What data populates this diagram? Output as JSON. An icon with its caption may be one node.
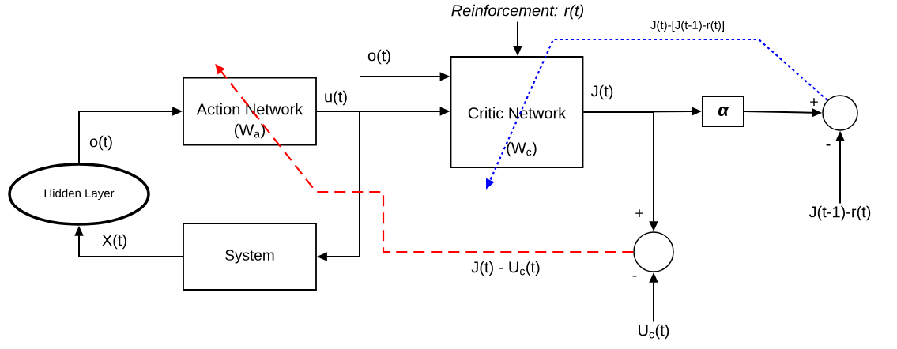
{
  "diagram": {
    "nodes": [
      {
        "text": [
          "Action Network",
          "(W$_{a}$)"
        ]
      },
      {
        "text": [
          "Critic Network",
          "(W$_{c}$)"
        ]
      },
      {
        "text": [
          "Hidden Layer"
        ]
      },
      {
        "text": [
          "System"
        ]
      },
      {
        "text": [
          "α"
        ]
      },
      {
        "text": [],
        "shape": "circle"
      },
      {
        "text": [],
        "shape": "circle"
      },
      {
        "text": [
          "Reinforcement: r(t)"
        ]
      },
      {
        "text": [
          "J(t-1)-r(t)"
        ]
      },
      {
        "text": [
          "U$_{c}$(t)"
        ]
      }
    ],
    "edges": [
      {
        "from": 2,
        "to": 0,
        "arrow": "to",
        "label": "o(t)"
      },
      {
        "from": 3,
        "to": 2,
        "arrow": "to",
        "label": "X(t)"
      },
      {
        "from": 0,
        "to": 1,
        "arrow": "to",
        "label": "u(t)"
      },
      {
        "from": 0,
        "to": 3,
        "arrow": "to"
      },
      {
        "from": null,
        "to": 1,
        "arrow": "to",
        "label": "o(t)"
      },
      {
        "from": 7,
        "to": 1,
        "arrow": "to"
      },
      {
        "from": 1,
        "to": 4,
        "arrow": "to",
        "label": "J(t)"
      },
      {
        "from": 1,
        "to": 5,
        "arrow": "to"
      },
      {
        "from": 4,
        "to": 6,
        "arrow": "to"
      },
      {
        "from": 8,
        "to": 6,
        "arrow": "to"
      },
      {
        "from": 9,
        "to": 5,
        "arrow": "to"
      },
      {
        "from": 5,
        "to": 0,
        "arrow": "to",
        "label": "J(t) - U$_{c}$(t)",
        "style": "dashed",
        "color": "#ff0000"
      },
      {
        "from": 6,
        "to": null,
        "arrow": "to",
        "label": "J(t)-[J(t-1)-r(t)]",
        "style": "dashed",
        "color": "#0000ff"
      }
    ],
    "labels": [
      "+",
      "-",
      "+",
      "-"
    ]
  }
}
